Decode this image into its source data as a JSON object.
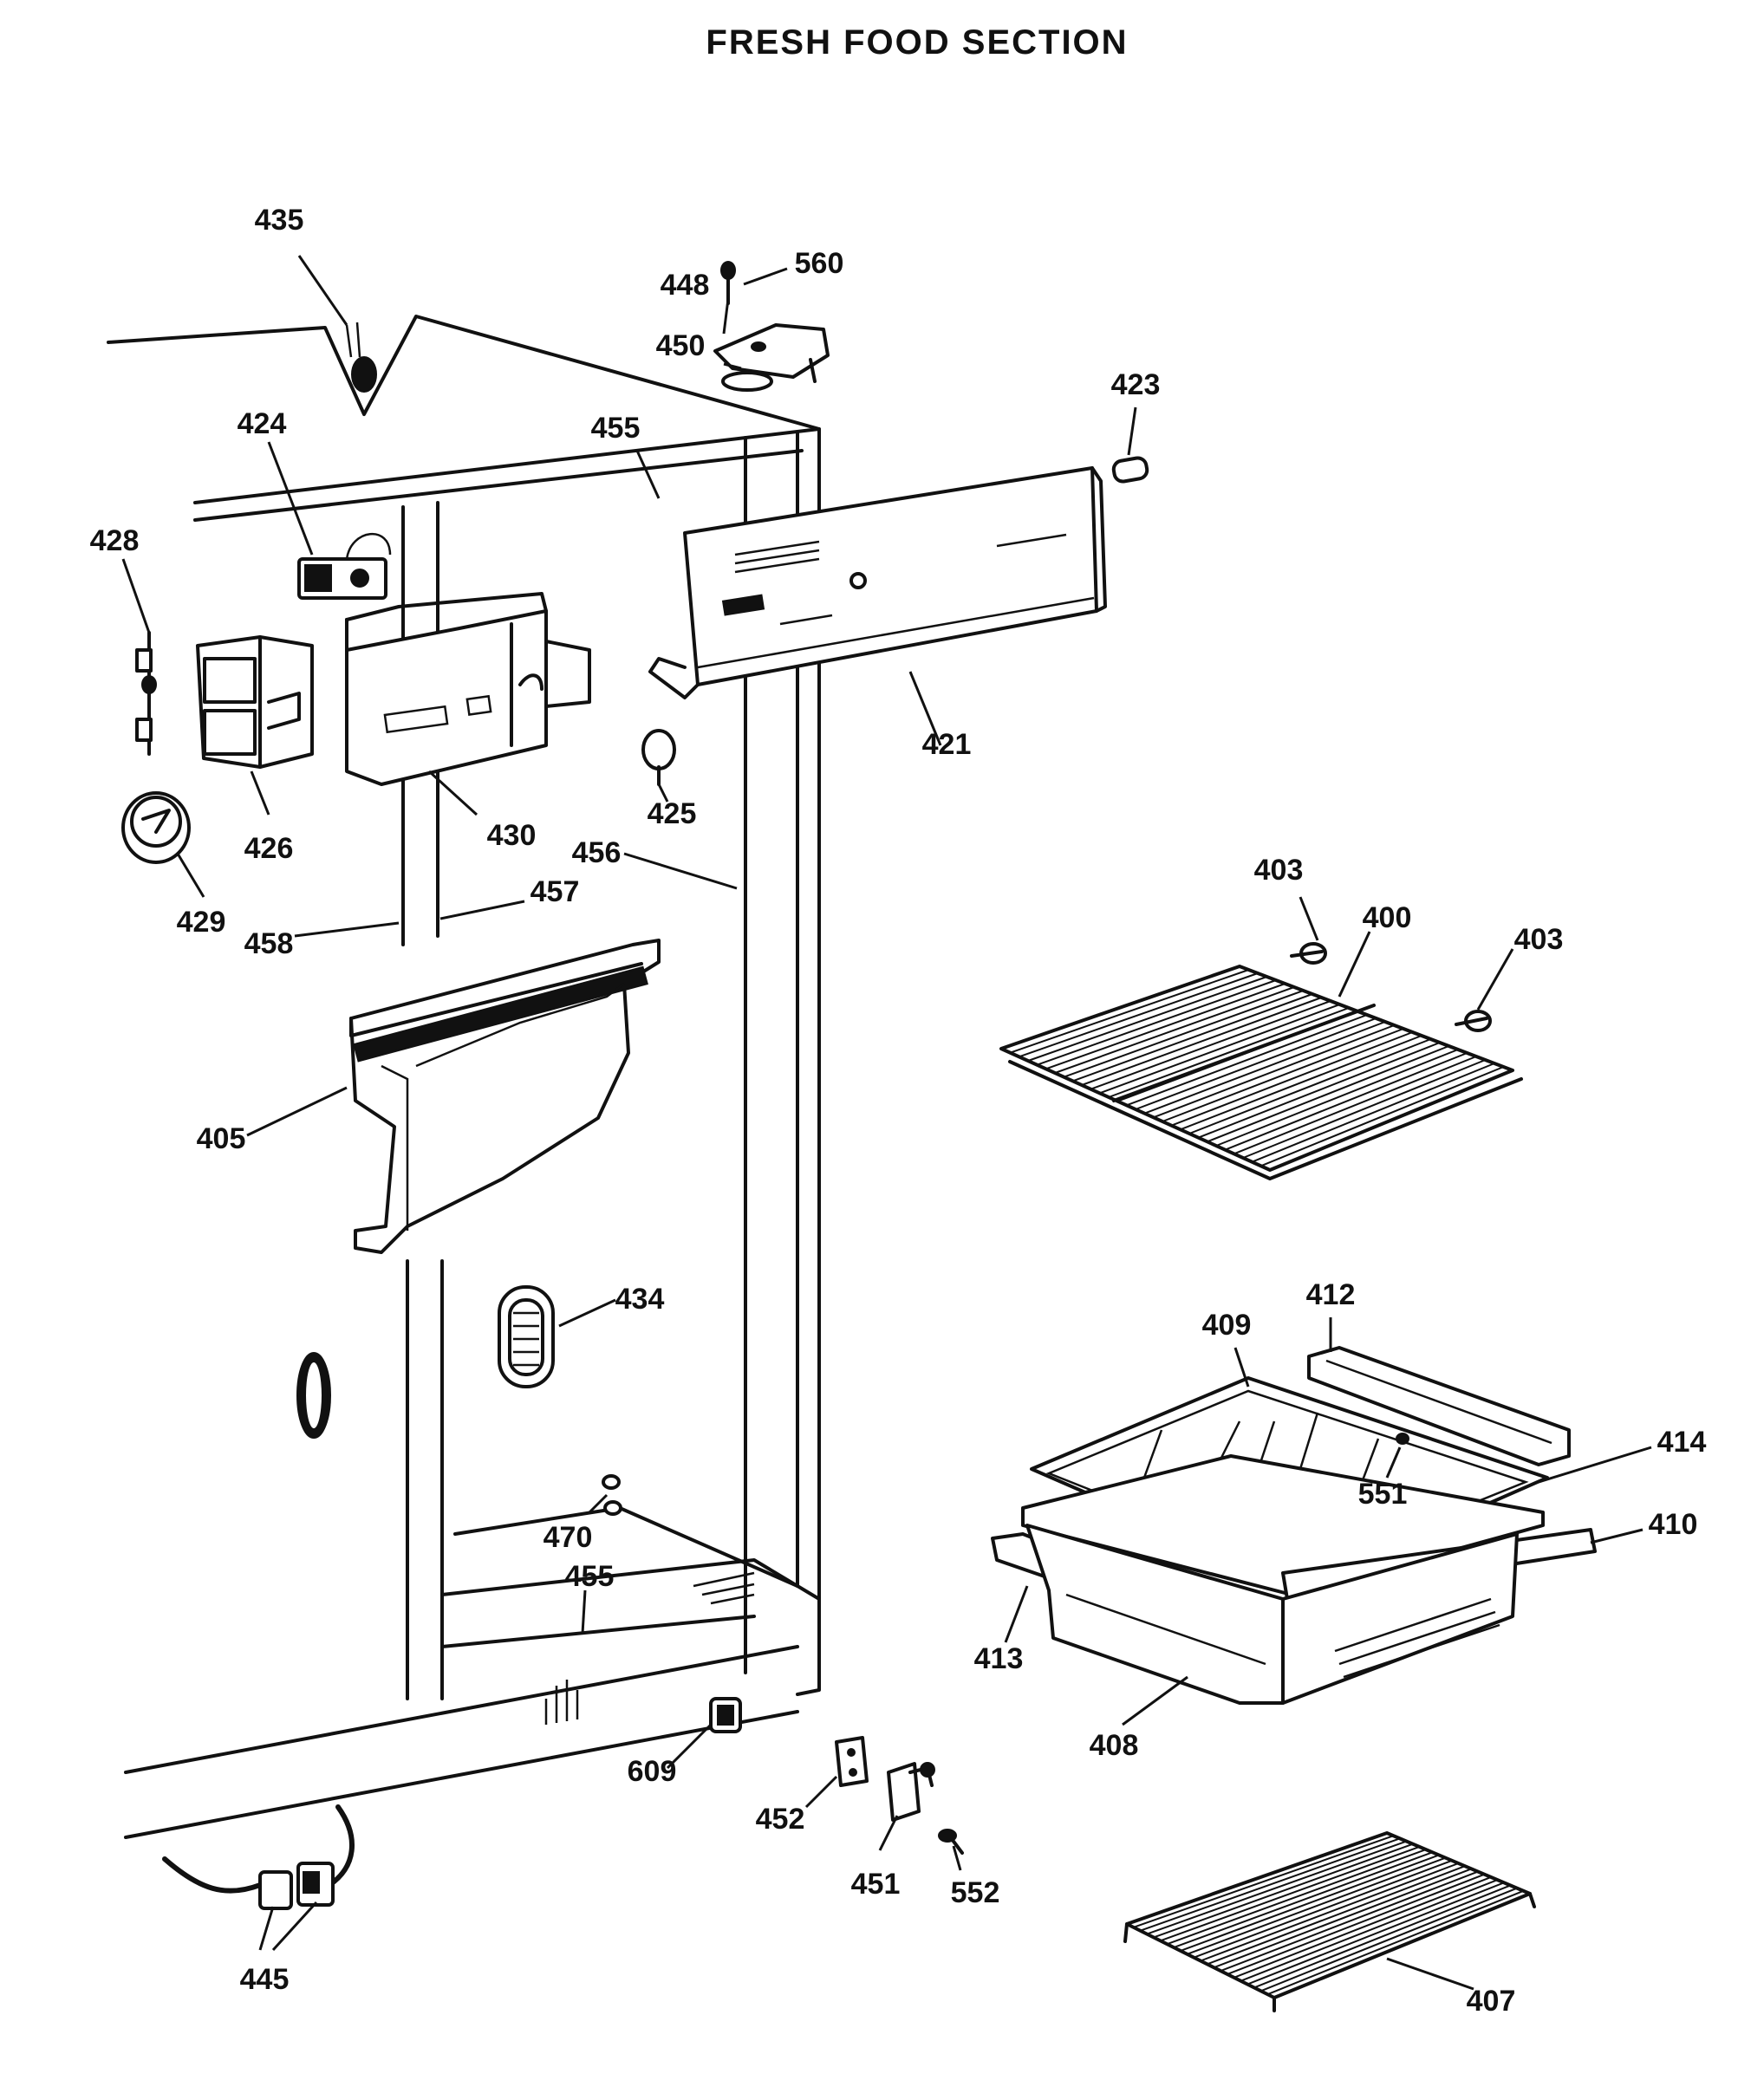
{
  "header": {
    "title": "FRESH FOOD SECTION"
  },
  "labels": {
    "p400": "400",
    "p403a": "403",
    "p403b": "403",
    "p405": "405",
    "p407": "407",
    "p408": "408",
    "p409": "409",
    "p410": "410",
    "p412": "412",
    "p413": "413",
    "p414": "414",
    "p421": "421",
    "p423": "423",
    "p424": "424",
    "p425": "425",
    "p426": "426",
    "p428": "428",
    "p429": "429",
    "p430": "430",
    "p434": "434",
    "p435": "435",
    "p445": "445",
    "p448": "448",
    "p450": "450",
    "p451": "451",
    "p452": "452",
    "p455a": "455",
    "p455b": "455",
    "p456": "456",
    "p457": "457",
    "p458": "458",
    "p470": "470",
    "p551": "551",
    "p552": "552",
    "p560": "560",
    "p609": "609"
  }
}
